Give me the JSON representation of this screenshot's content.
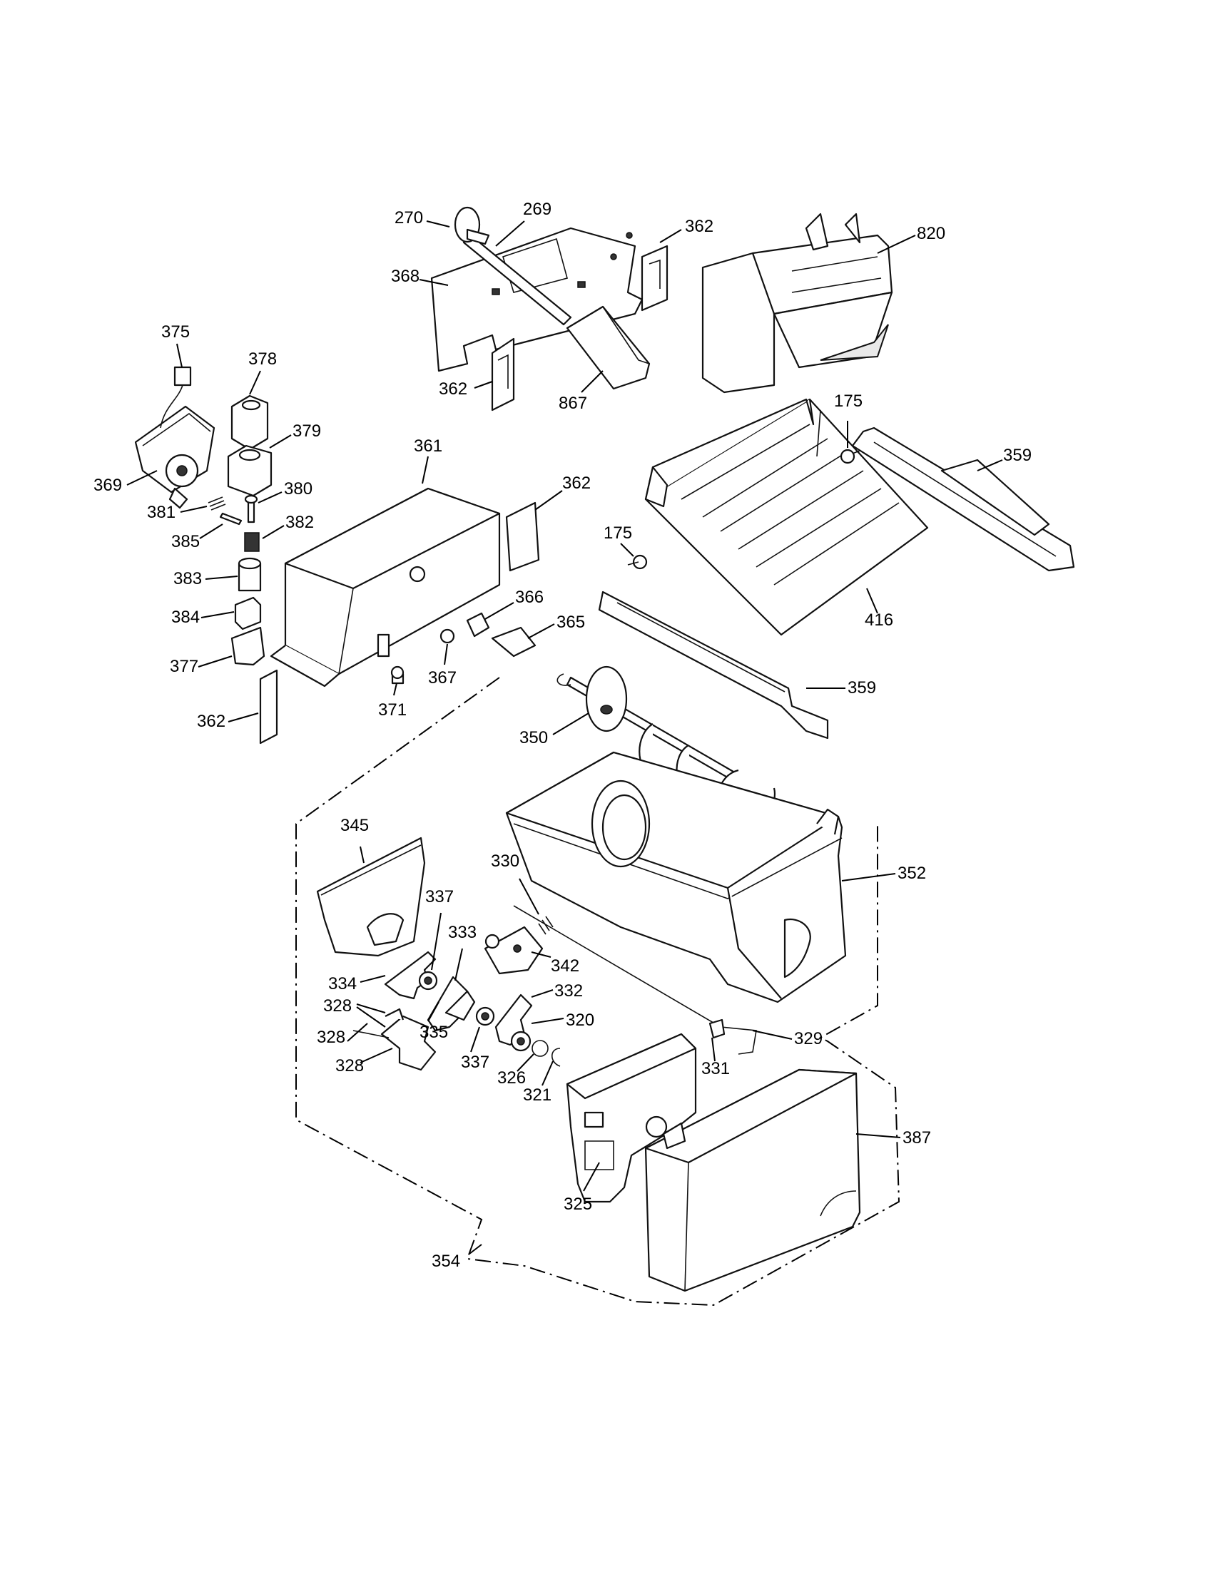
{
  "callouts": [
    {
      "id": "c270",
      "label": "270"
    },
    {
      "id": "c269",
      "label": "269"
    },
    {
      "id": "c362a",
      "label": "362"
    },
    {
      "id": "c820",
      "label": "820"
    },
    {
      "id": "c368",
      "label": "368"
    },
    {
      "id": "c362b",
      "label": "362"
    },
    {
      "id": "c867",
      "label": "867"
    },
    {
      "id": "c375",
      "label": "375"
    },
    {
      "id": "c378",
      "label": "378"
    },
    {
      "id": "c379",
      "label": "379"
    },
    {
      "id": "c369",
      "label": "369"
    },
    {
      "id": "c380",
      "label": "380"
    },
    {
      "id": "c381",
      "label": "381"
    },
    {
      "id": "c382",
      "label": "382"
    },
    {
      "id": "c385",
      "label": "385"
    },
    {
      "id": "c383",
      "label": "383"
    },
    {
      "id": "c384",
      "label": "384"
    },
    {
      "id": "c377",
      "label": "377"
    },
    {
      "id": "c362c",
      "label": "362"
    },
    {
      "id": "c361",
      "label": "361"
    },
    {
      "id": "c362d",
      "label": "362"
    },
    {
      "id": "c366",
      "label": "366"
    },
    {
      "id": "c365",
      "label": "365"
    },
    {
      "id": "c367",
      "label": "367"
    },
    {
      "id": "c371",
      "label": "371"
    },
    {
      "id": "c175a",
      "label": "175"
    },
    {
      "id": "c359a",
      "label": "359"
    },
    {
      "id": "c175b",
      "label": "175"
    },
    {
      "id": "c416",
      "label": "416"
    },
    {
      "id": "c359b",
      "label": "359"
    },
    {
      "id": "c350",
      "label": "350"
    },
    {
      "id": "c345",
      "label": "345"
    },
    {
      "id": "c330",
      "label": "330"
    },
    {
      "id": "c352",
      "label": "352"
    },
    {
      "id": "c337a",
      "label": "337"
    },
    {
      "id": "c333",
      "label": "333"
    },
    {
      "id": "c342",
      "label": "342"
    },
    {
      "id": "c334",
      "label": "334"
    },
    {
      "id": "c332",
      "label": "332"
    },
    {
      "id": "c328a",
      "label": "328"
    },
    {
      "id": "c320",
      "label": "320"
    },
    {
      "id": "c328b",
      "label": "328"
    },
    {
      "id": "c335",
      "label": "335"
    },
    {
      "id": "c329",
      "label": "329"
    },
    {
      "id": "c337b",
      "label": "337"
    },
    {
      "id": "c328c",
      "label": "328"
    },
    {
      "id": "c326",
      "label": "326"
    },
    {
      "id": "c331",
      "label": "331"
    },
    {
      "id": "c321",
      "label": "321"
    },
    {
      "id": "c387",
      "label": "387"
    },
    {
      "id": "c325",
      "label": "325"
    },
    {
      "id": "c354",
      "label": "354"
    }
  ]
}
